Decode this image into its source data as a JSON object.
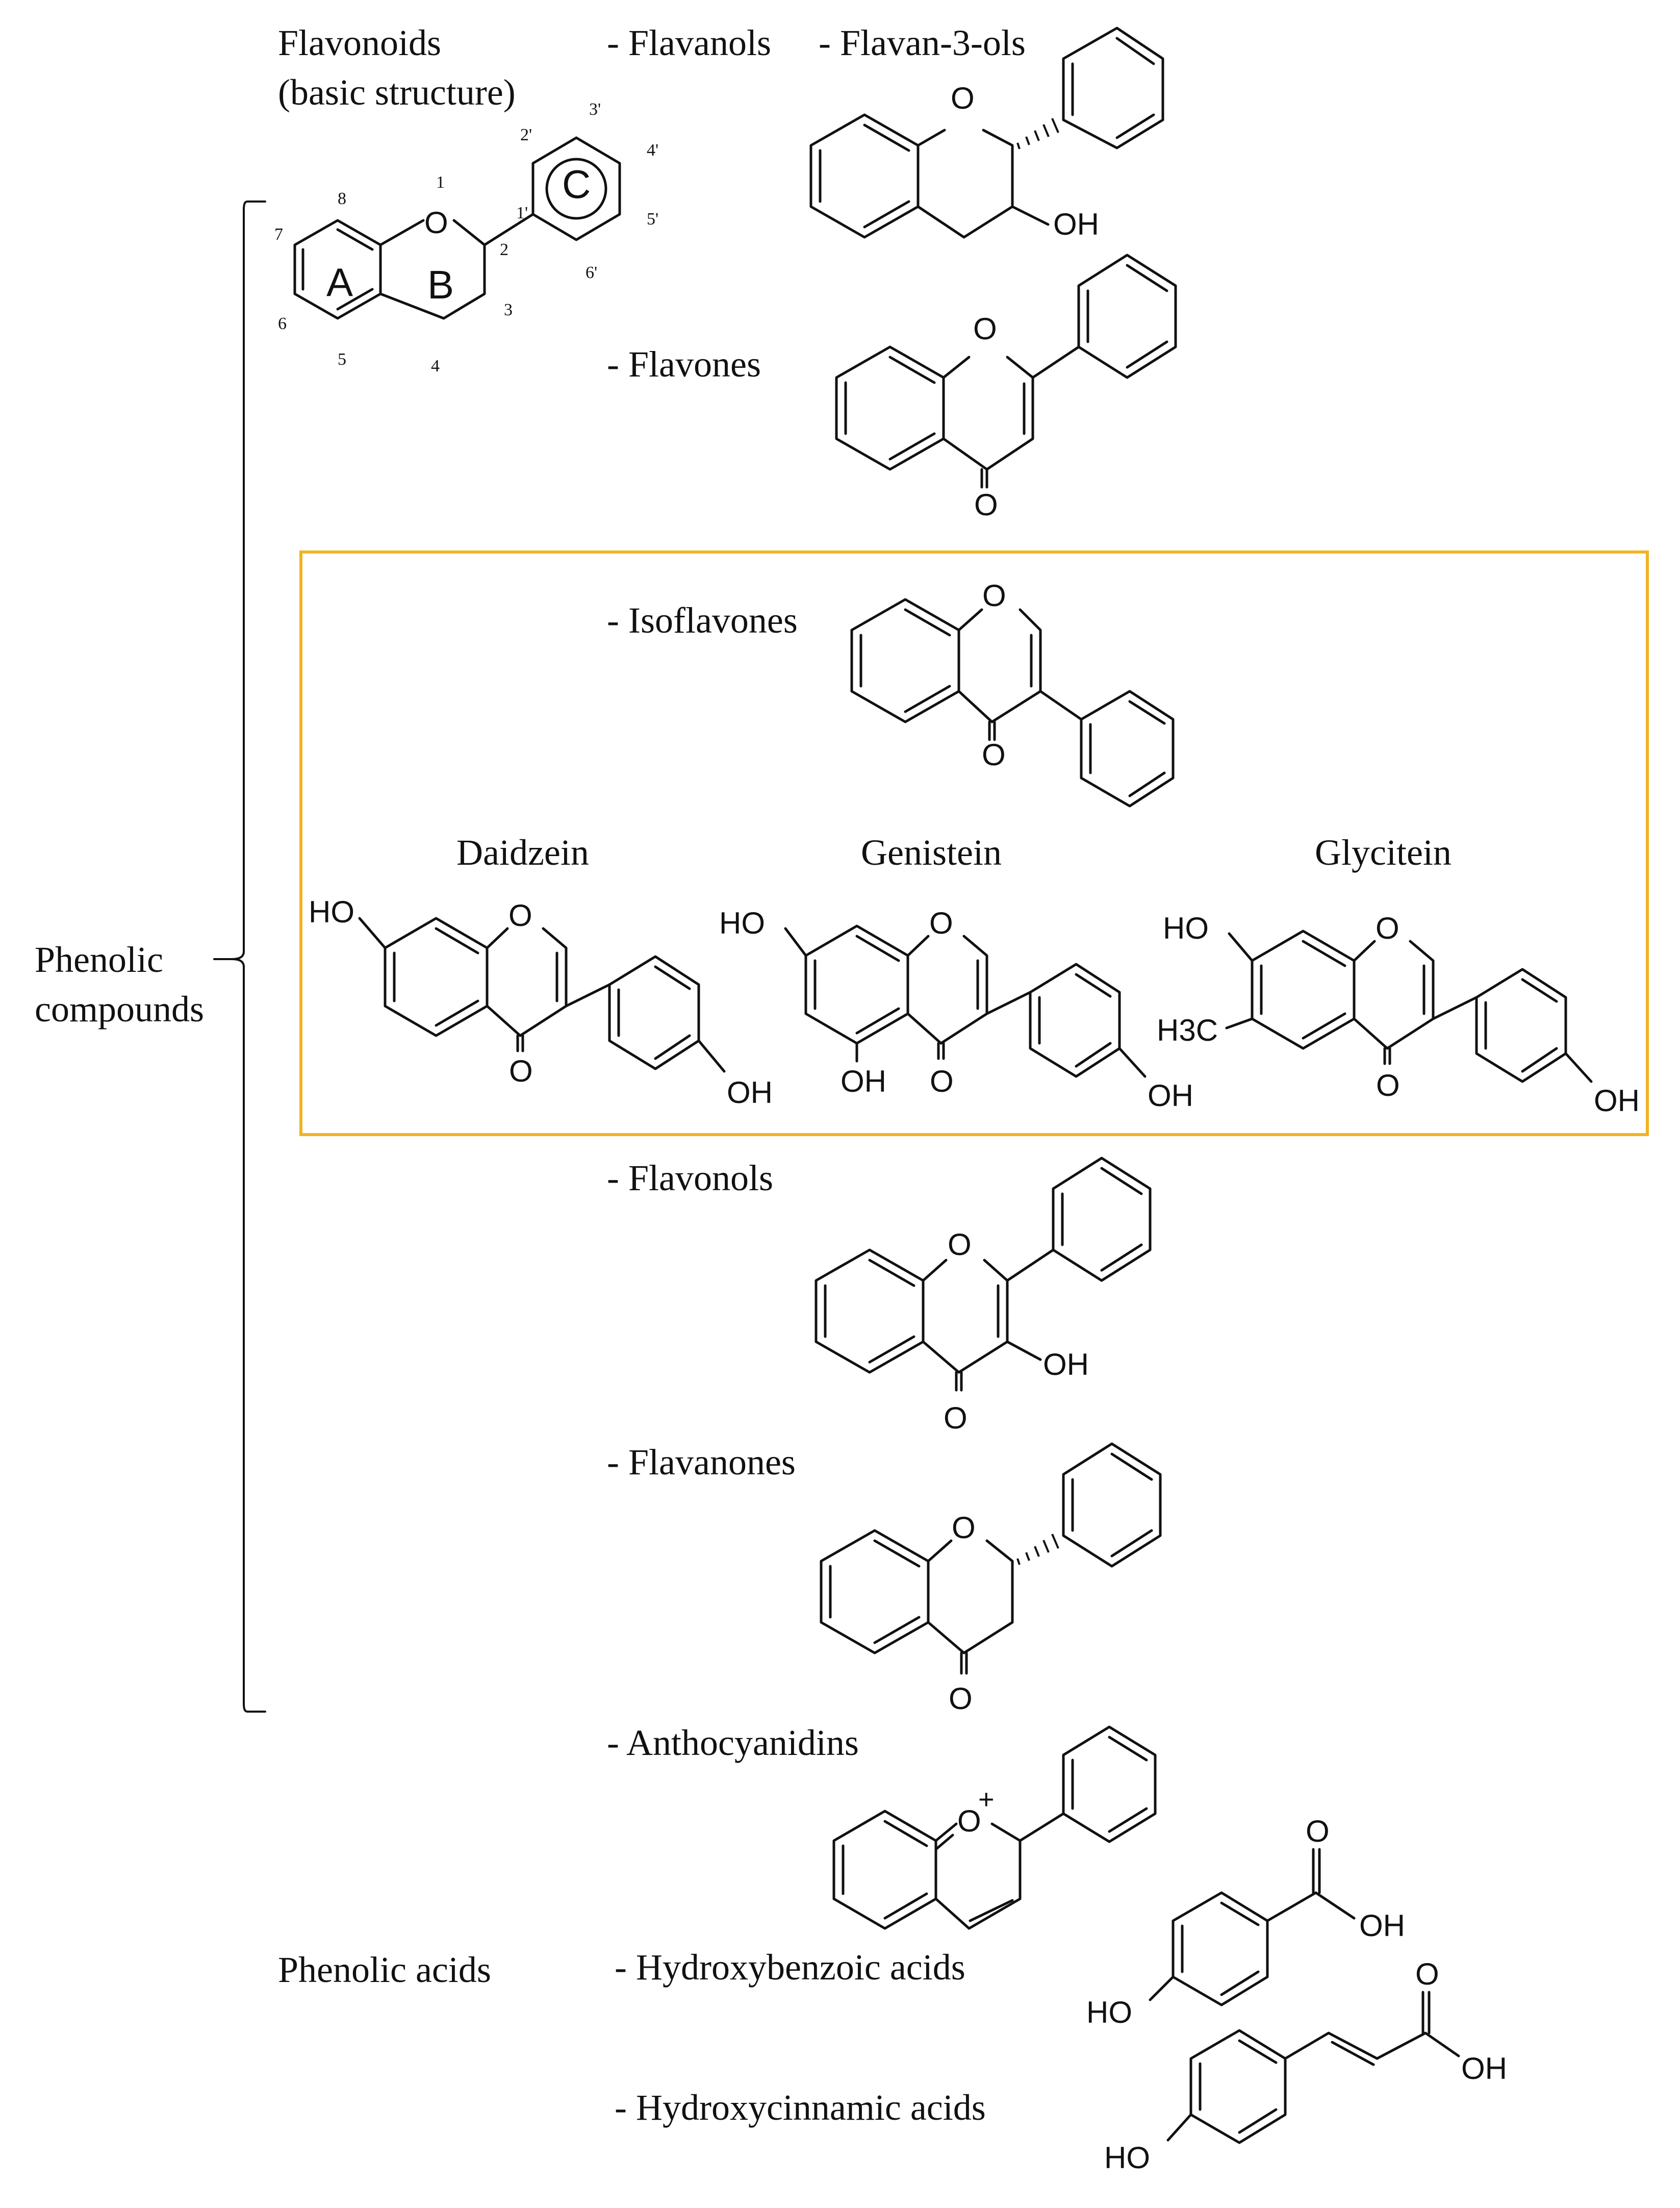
{
  "headers": {
    "flavonoids": "Flavonoids",
    "basic_structure": "(basic structure)",
    "phenolic_compounds_line1": "Phenolic",
    "phenolic_compounds_line2": "compounds",
    "phenolic_acids": "Phenolic acids"
  },
  "classes": {
    "flavanols": "- Flavanols",
    "flavan3ols": "- Flavan-3-ols",
    "flavones": "- Flavones",
    "isoflavones": "- Isoflavones",
    "flavonols": "- Flavonols",
    "flavanones": "- Flavanones",
    "anthocyanidins": "- Anthocyanidins",
    "hydroxybenzoic": "- Hydroxybenzoic acids",
    "hydroxycinnamic": "- Hydroxycinnamic acids"
  },
  "isoflavone_compounds": {
    "daidzein": "Daidzein",
    "genistein": "Genistein",
    "glycitein": "Glycitein"
  },
  "ring_labels": {
    "a": "A",
    "b": "B",
    "c": "C"
  },
  "position_numbers": {
    "p1": "1",
    "p2": "2",
    "p3": "3",
    "p4": "4",
    "p5": "5",
    "p6": "6",
    "p7": "7",
    "p8": "8",
    "p1p": "1'",
    "p2p": "2'",
    "p3p": "3'",
    "p4p": "4'",
    "p5p": "5'",
    "p6p": "6'"
  },
  "atoms": {
    "O": "O",
    "OH": "OH",
    "HO": "HO",
    "O_plus": "O",
    "plus": "+",
    "H3C": "H3C"
  },
  "colors": {
    "highlight_box": "#f0b323",
    "ink": "#111111"
  }
}
